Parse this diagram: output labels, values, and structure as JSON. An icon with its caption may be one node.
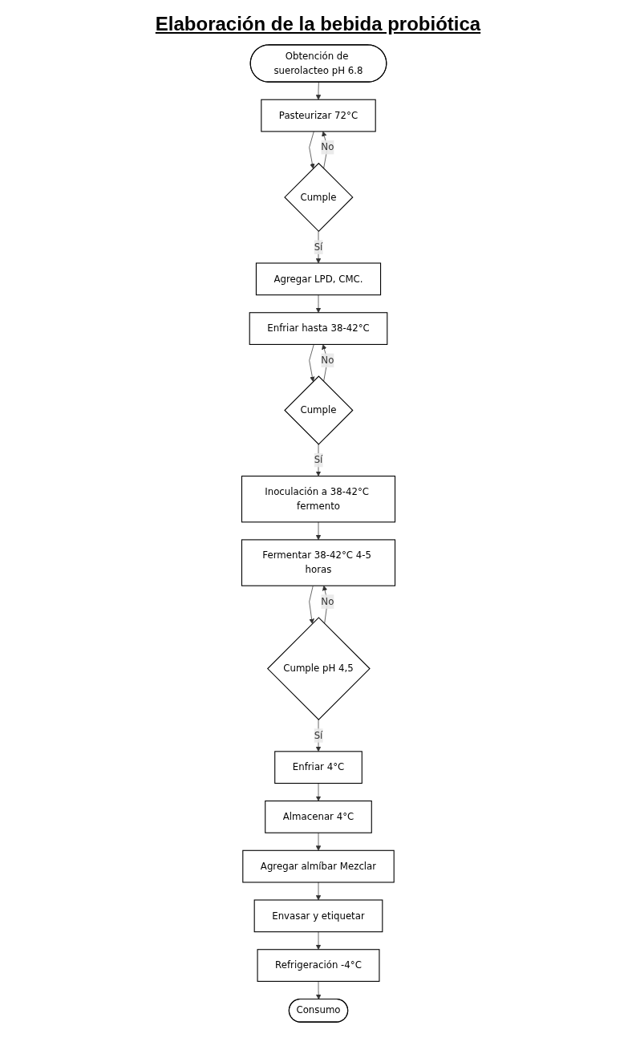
{
  "diagram": {
    "title": "Elaboración de la bebida probiótica",
    "nodes": [
      {
        "text": [
          "Obtención de suerolacteo pH 6.8"
        ]
      },
      {
        "text": [
          "Pasteurizar 72°C"
        ]
      },
      {
        "text": [
          "Cumple"
        ]
      },
      {
        "text": [
          "Agregar LPD, CMC."
        ]
      },
      {
        "text": [
          "Enfriar hasta 38-42°C"
        ]
      },
      {
        "text": [
          "Cumple"
        ]
      },
      {
        "text": [
          "Inoculación a 38-42°C fermento"
        ]
      },
      {
        "text": [
          "Fermentar 38-42°C 4-5 horas"
        ]
      },
      {
        "text": [
          "Cumple pH 4,5"
        ]
      },
      {
        "text": [
          "Enfriar 4°C"
        ]
      },
      {
        "text": [
          "Almacenar 4°C"
        ]
      },
      {
        "text": [
          "Agregar almíbar Mezclar"
        ]
      },
      {
        "text": [
          "Envasar y etiquetar"
        ]
      },
      {
        "text": [
          "Refrigeración -4°C"
        ]
      },
      {
        "text": [
          "Consumo"
        ]
      }
    ],
    "edges": [
      {
        "from": 0,
        "to": 1,
        "arrow": "to"
      },
      {
        "from": 1,
        "to": 2,
        "arrow": "to"
      },
      {
        "from": 2,
        "to": 1,
        "arrow": "to",
        "label": "No"
      },
      {
        "from": 2,
        "to": 3,
        "arrow": "to",
        "label": "Sí"
      },
      {
        "from": 3,
        "to": 4,
        "arrow": "to"
      },
      {
        "from": 4,
        "to": 5,
        "arrow": "to"
      },
      {
        "from": 5,
        "to": 4,
        "arrow": "to",
        "label": "No"
      },
      {
        "from": 5,
        "to": 6,
        "arrow": "to",
        "label": "Sí"
      },
      {
        "from": 6,
        "to": 7,
        "arrow": "to"
      },
      {
        "from": 7,
        "to": 8,
        "arrow": "to"
      },
      {
        "from": 8,
        "to": 7,
        "arrow": "to",
        "label": "No"
      },
      {
        "from": 8,
        "to": 9,
        "arrow": "to",
        "label": "Sí"
      },
      {
        "from": 9,
        "to": 10,
        "arrow": "to"
      },
      {
        "from": 10,
        "to": 11,
        "arrow": "to"
      },
      {
        "from": 11,
        "to": 12,
        "arrow": "to"
      },
      {
        "from": 12,
        "to": 13,
        "arrow": "to"
      },
      {
        "from": 13,
        "to": 14,
        "arrow": "to"
      }
    ]
  }
}
